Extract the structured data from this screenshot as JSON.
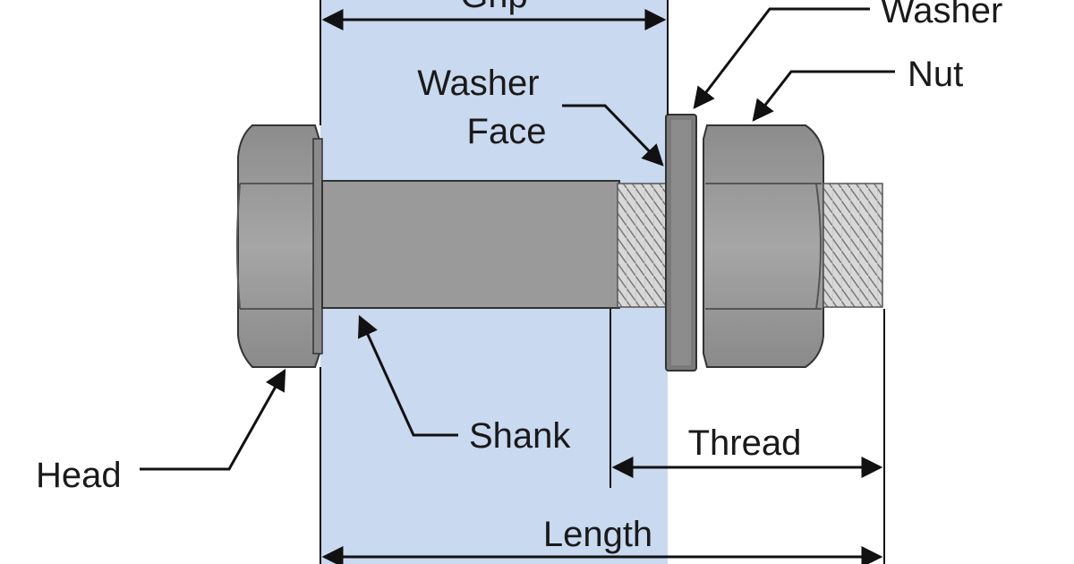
{
  "labels": {
    "grip": "Grip",
    "washer": "Washer",
    "nut": "Nut",
    "washer_face": [
      "Washer",
      "Face"
    ],
    "shank": "Shank",
    "thread": "Thread",
    "head": "Head",
    "length": "Length"
  },
  "colors": {
    "grip_region": "#c9d9ef",
    "steel": "#9a9a9a",
    "steel_dark": "#808080",
    "washer": "#7a7a7a",
    "line": "#111111"
  }
}
